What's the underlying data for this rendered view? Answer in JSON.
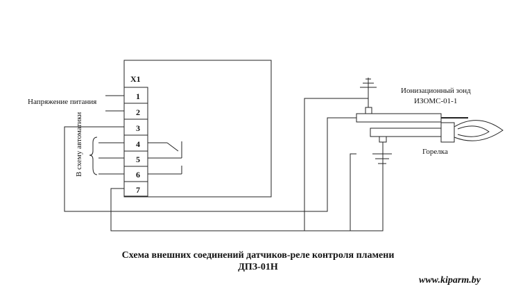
{
  "block": {
    "id_label": "X1",
    "terminals": [
      "1",
      "2",
      "3",
      "4",
      "5",
      "6",
      "7"
    ]
  },
  "labels": {
    "supply": "Напряжение питания",
    "automation": "В схему автоматики",
    "probe_title": "Ионизационный зонд",
    "probe_model": "ИЗОМС-01-1",
    "burner": "Горелка"
  },
  "caption": {
    "line1": "Схема внешних соединений датчиков-реле контроля пламени",
    "line2": "ДПЗ-01Н"
  },
  "watermark": "www.kiparm.by",
  "colors": {
    "line": "#222222",
    "text": "#111111",
    "background": "#ffffff"
  }
}
